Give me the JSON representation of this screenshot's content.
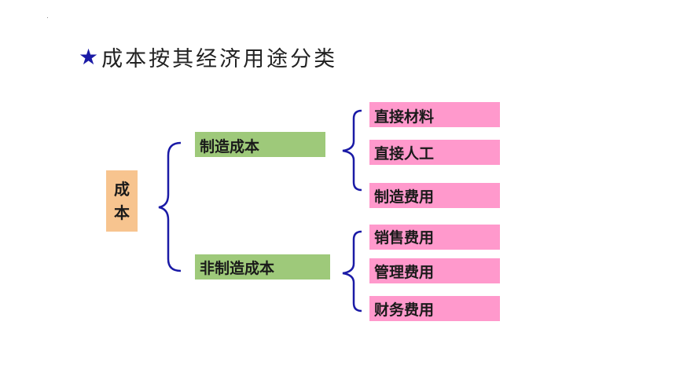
{
  "title": {
    "star": "★",
    "text": "成本按其经济用途分类"
  },
  "root": {
    "line1": "成",
    "line2": "本"
  },
  "categories": [
    {
      "label": "制造成本",
      "items": [
        "直接材料",
        "直接人工",
        "制造费用"
      ]
    },
    {
      "label": "非制造成本",
      "items": [
        "销售费用",
        "管理费用",
        "财务费用"
      ]
    }
  ],
  "colors": {
    "root_fill": "#f7c48f",
    "category_fill": "#9ec97a",
    "item_fill": "#ff99cc",
    "brace": "#1a1aa6",
    "star": "#1a1aa6"
  }
}
